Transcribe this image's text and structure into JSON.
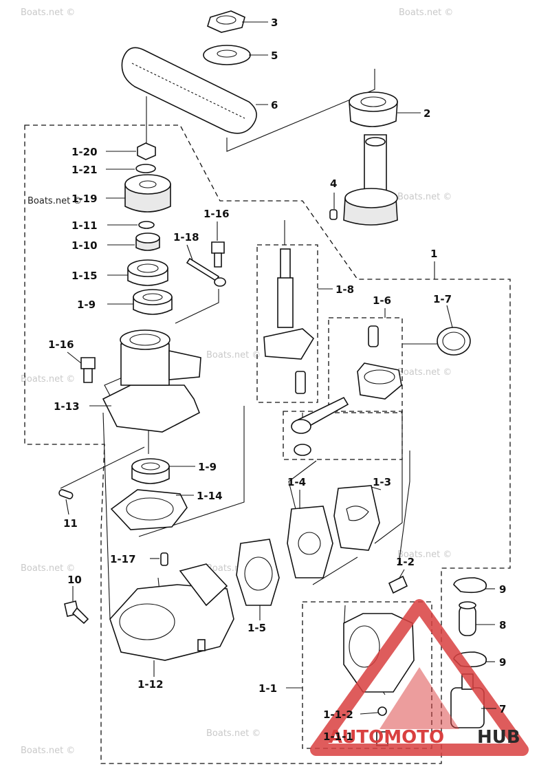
{
  "watermark": "Boats.net ©",
  "brand": {
    "left": "AUTOMOTO",
    "right": "HUB",
    "accent": "#d94040",
    "dark": "#2a2a2a"
  },
  "callouts": [
    "3",
    "5",
    "6",
    "2",
    "4",
    "1",
    "1-20",
    "1-21",
    "1-19",
    "1-11",
    "1-10",
    "1-15",
    "1-9",
    "1-16",
    "1-18",
    "1-8",
    "1-6",
    "1-7",
    "1-13",
    "1-9",
    "1-14",
    "11",
    "1-4",
    "1-3",
    "1-17",
    "10",
    "1-5",
    "1-2",
    "9",
    "8",
    "9",
    "1-12",
    "1-1",
    "7",
    "1-1-2",
    "1-1-1"
  ]
}
